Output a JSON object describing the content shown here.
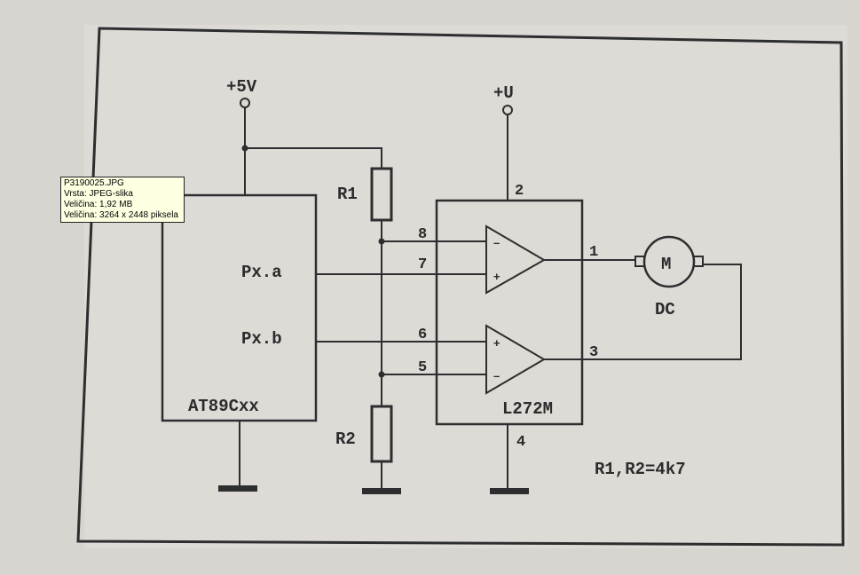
{
  "tooltip": {
    "filename": "P3190025.JPG",
    "type": "Vrsta: JPEG-slika",
    "size": "Veličina: 1,92 MB",
    "dimensions": "Veličina: 3264 x 2448 piksela"
  },
  "diagram": {
    "supply_5v": "+5V",
    "supply_u": "+U",
    "mcu_name": "AT89Cxx",
    "port_a": "Px.a",
    "port_b": "Px.b",
    "resistor_1": "R1",
    "resistor_2": "R2",
    "driver_name": "L272M",
    "pins": {
      "p1": "1",
      "p2": "2",
      "p3": "3",
      "p4": "4",
      "p5": "5",
      "p6": "6",
      "p7": "7",
      "p8": "8"
    },
    "opamp_top": {
      "inv": "–",
      "noninv": "+"
    },
    "opamp_bottom": {
      "noninv": "+",
      "inv": "–"
    },
    "motor_symbol": "M",
    "motor_label": "DC",
    "note": "R1,R2=4k7"
  }
}
